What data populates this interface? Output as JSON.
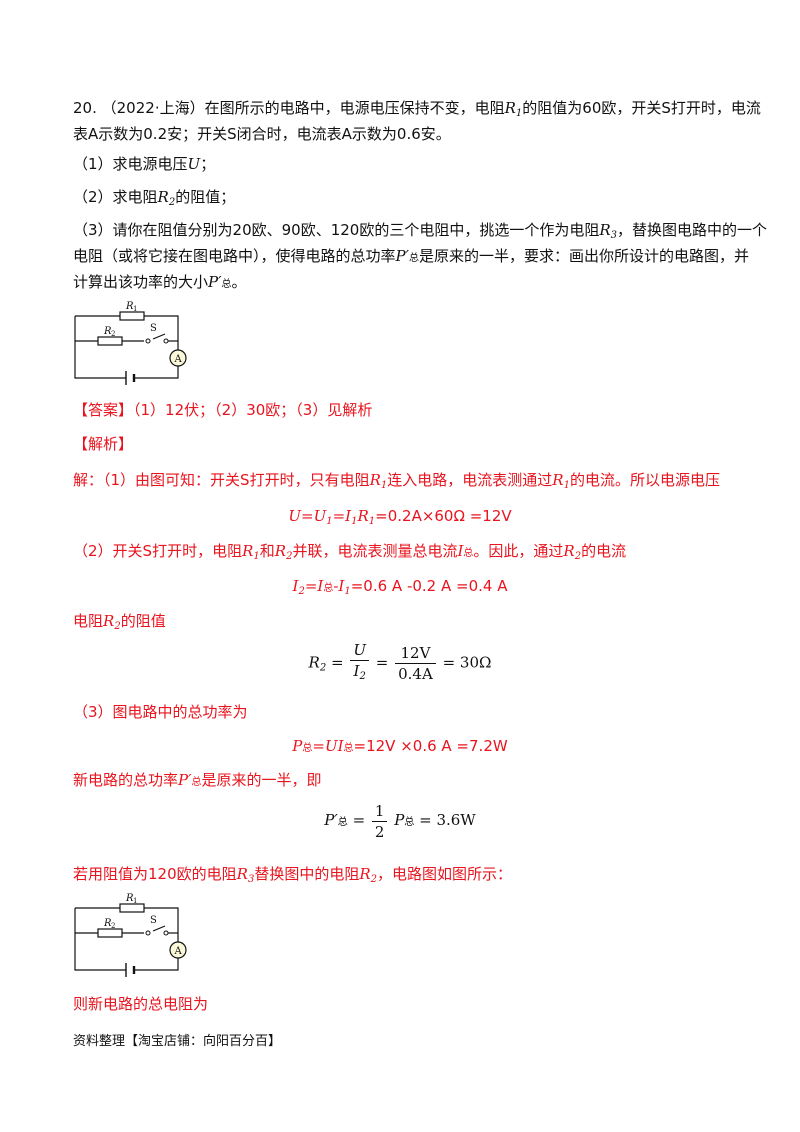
{
  "question": {
    "number": "20.",
    "source": "（2022·上海）",
    "stem_1": "在图所示的电路中，电源电压保持不变，电阻",
    "stem_2": "的阻值为60欧，开关S打开时，电流",
    "stem_3": "表A示数为0.2安；开关S闭合时，电流表A示数为0.6安。",
    "q1_label": "（1）求电源电压",
    "q1_var": "U",
    "q1_end": "；",
    "q2_label": "（2）求电阻",
    "q2_end": "的阻值；",
    "q3_line1": "（3）请你在阻值分别为20欧、90欧、120欧的三个电阻中，挑选一个作为电阻",
    "q3_line1_end": "，替换图电路中的一个",
    "q3_line2_a": "电阻（或将它接在图电路中），使得电路的总功率",
    "q3_line2_b": "是原来的一半，要求：画出你所设计的电路图，并",
    "q3_line3": "计算出该功率的大小",
    "q3_line3_end": "。"
  },
  "symbols": {
    "R": "R",
    "one": "1",
    "two": "2",
    "three": "3",
    "P_prime": "P′",
    "zong": "总",
    "I": "I",
    "S": "S",
    "A": "A"
  },
  "answer": {
    "label": "【答案】",
    "text": "（1）12伏；（2）30欧；（3）见解析"
  },
  "analysis": {
    "label": "【解析】",
    "l1_a": "解：（1）由图可知：开关S打开时，只有电阻",
    "l1_b": "连入电路，电流表测通过",
    "l1_c": "的电流。所以电源电压",
    "eq1_a": "U=U",
    "eq1_b": "=I",
    "eq1_c": "R",
    "eq1_d": "=0.2A×60Ω =12V",
    "l2_a": "（2）开关S打开时，电阻",
    "l2_b": "和",
    "l2_c": "并联，电流表测量总电流",
    "l2_d": "。因此，通过",
    "l2_e": "的电流",
    "eq2_a": "I",
    "eq2_b": "=I",
    "eq2_c": "-I",
    "eq2_d": "=0.6 A -0.2 A =0.4 A",
    "l3": "电阻",
    "l3_end": "的阻值",
    "eq3_lhs": "R",
    "eq3_num": "U",
    "eq3_den": "I",
    "eq3_num2": "12V",
    "eq3_den2": "0.4A",
    "eq3_res": "= 30Ω",
    "l4": "（3）图电路中的总功率为",
    "eq4_a": "P",
    "eq4_b": "=UI",
    "eq4_c": "=12V ×0.6 A =7.2W",
    "l5_a": "新电路的总功率",
    "l5_b": "是原来的一半，即",
    "eq5_num": "1",
    "eq5_den": "2",
    "eq5_res": "= 3.6W",
    "l6_a": "若用阻值为120欧的电阻",
    "l6_b": "替换图中的电阻",
    "l6_c": "，电路图如图所示：",
    "l7": "则新电路的总电阻为"
  },
  "footer": "资料整理【淘宝店铺：向阳百分百】"
}
